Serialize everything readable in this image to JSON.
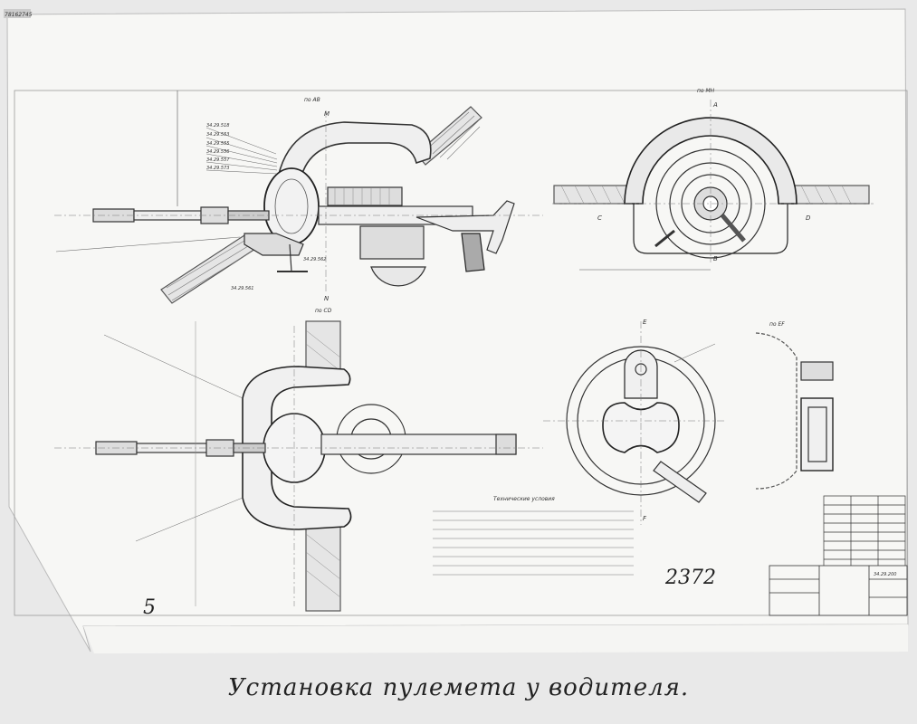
{
  "caption": "Установка пулемета у водителя.",
  "sheet": {
    "corner_code": "78162745",
    "drawing_number": "2372",
    "page_mark": "5",
    "views": {
      "top_left": "по АВ",
      "top_right": "по МН",
      "bottom_left": "по СD",
      "bottom_right_detail": "по ЕF"
    },
    "section_letters": {
      "m": "M",
      "n": "N",
      "a": "A",
      "b": "B",
      "c": "C",
      "d": "D",
      "e": "E",
      "f": "F"
    },
    "parts": [
      "34.29.518",
      "34.29.553",
      "34.29.555",
      "34.29.556",
      "34.29.557",
      "34.29.573",
      "34.29.561",
      "34.29.562"
    ],
    "notes_title": "Технические условия",
    "title_block": {
      "title": "Установка пулемета у водителя",
      "code": "34.29.200"
    }
  }
}
